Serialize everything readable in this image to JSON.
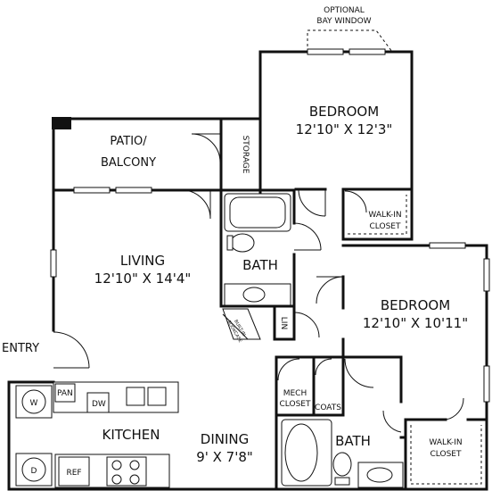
{
  "rooms": {
    "bay_window": {
      "line1": "OPTIONAL",
      "line2": "BAY WINDOW"
    },
    "bedroom1": {
      "name": "BEDROOM",
      "size": "12'10\" X 12'3\""
    },
    "patio": {
      "line1": "PATIO/",
      "line2": "BALCONY"
    },
    "storage": "STORAGE",
    "walkin1": {
      "line1": "WALK-IN",
      "line2": "CLOSET"
    },
    "living": {
      "name": "LIVING",
      "size": "12'10\" X 14'4\""
    },
    "bath1": "BATH",
    "lin": "LIN",
    "bookcase": {
      "line1": "BUILT-IN",
      "line2": "BOOKCASE"
    },
    "bedroom2": {
      "name": "BEDROOM",
      "size": "12'10\" X 10'11\""
    },
    "entry": "ENTRY",
    "pan": "PAN",
    "dw": "DW",
    "w": "W",
    "d": "D",
    "kitchen": "KITCHEN",
    "ref": "REF",
    "dining": {
      "name": "DINING",
      "size": "9' X 7'8\""
    },
    "mech": {
      "line1": "MECH",
      "line2": "CLOSET"
    },
    "coats": "COATS",
    "bath2": "BATH",
    "walkin2": {
      "line1": "WALK-IN",
      "line2": "CLOSET"
    }
  }
}
